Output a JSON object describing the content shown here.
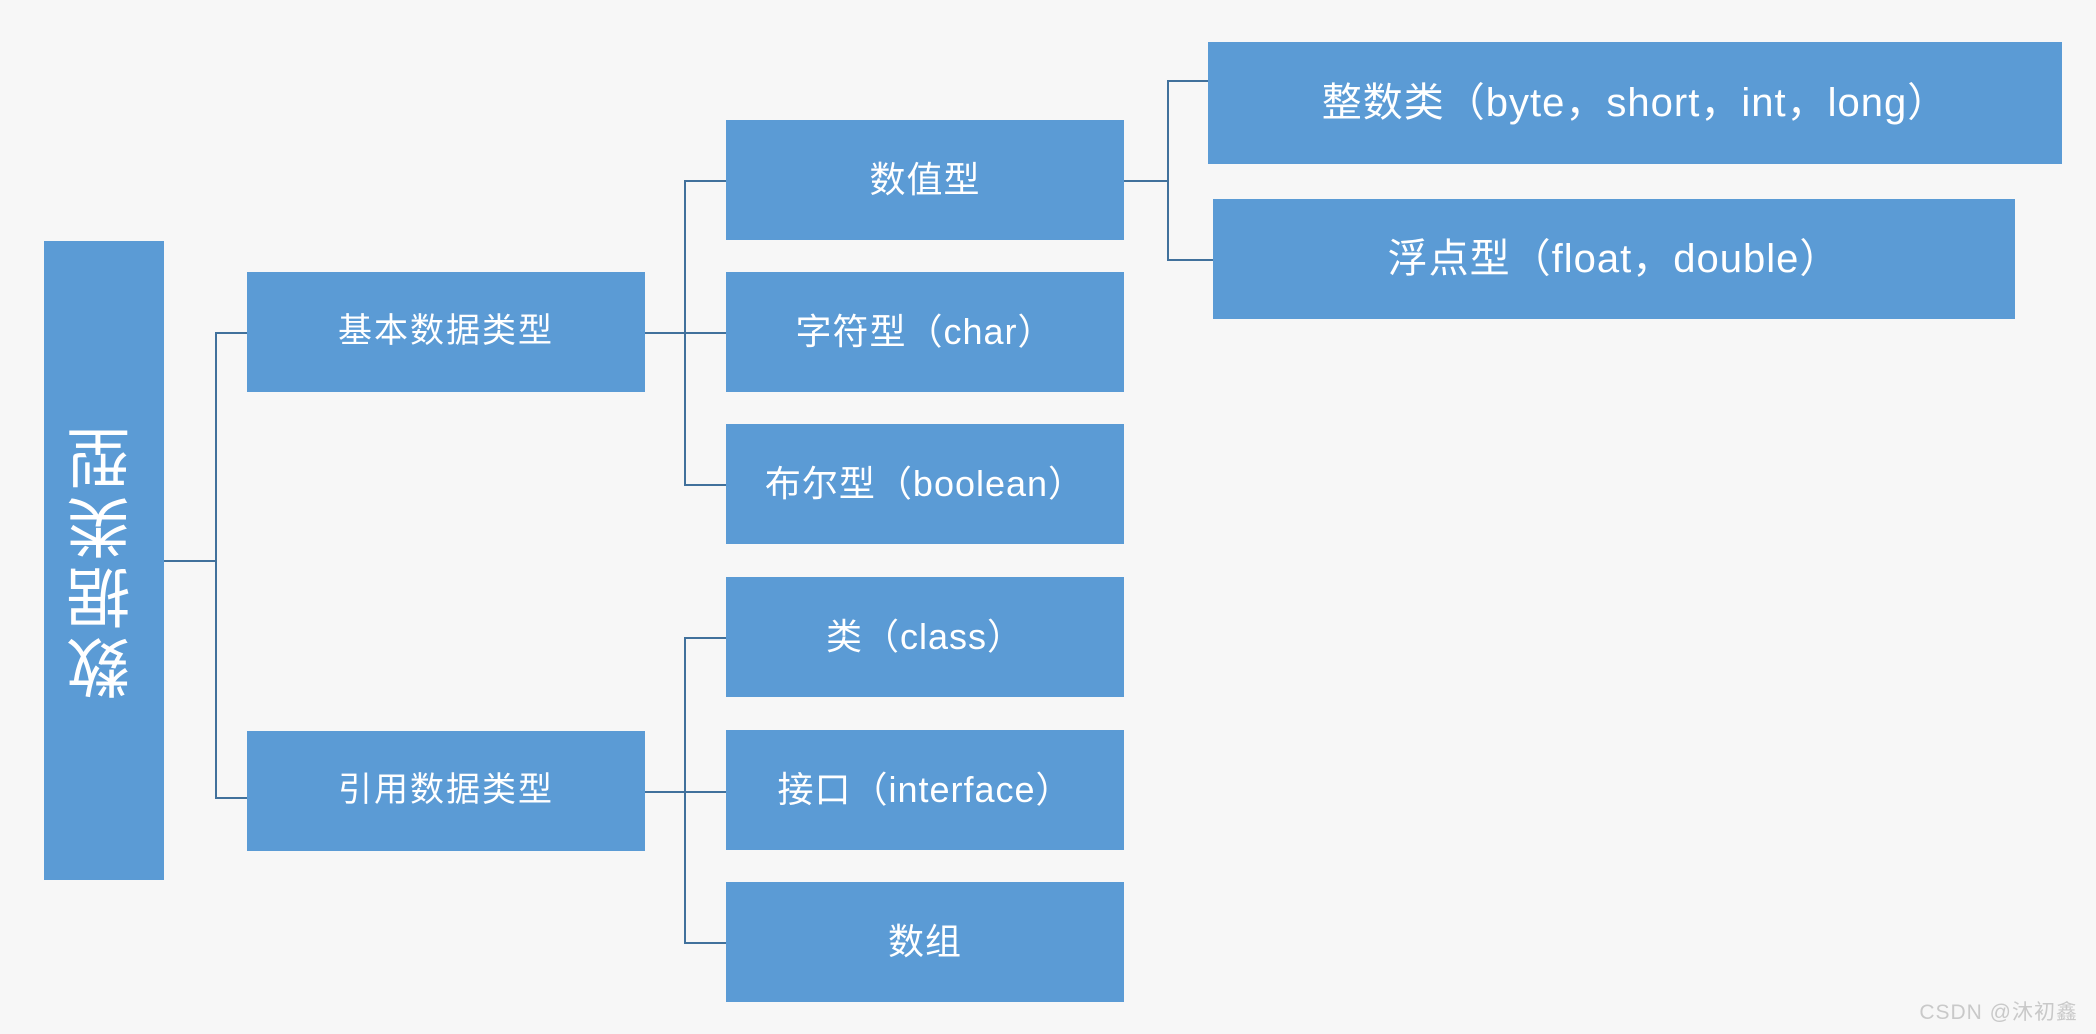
{
  "diagram": {
    "type": "tree",
    "orientation": "left-to-right",
    "background_color": "#f7f7f7",
    "node_color": "#5b9bd5",
    "node_text_color": "#ffffff",
    "connector_color": "#41719c",
    "root": {
      "label": "数据类型",
      "orientation": "vertical-rotated"
    },
    "level1": [
      {
        "label": "基本数据类型"
      },
      {
        "label": "引用数据类型"
      }
    ],
    "level2": [
      {
        "label": "数值型",
        "parent": "基本数据类型"
      },
      {
        "label": "字符型（char）",
        "parent": "基本数据类型"
      },
      {
        "label": "布尔型（boolean）",
        "parent": "基本数据类型"
      },
      {
        "label": "类（class）",
        "parent": "引用数据类型"
      },
      {
        "label": "接口（interface）",
        "parent": "引用数据类型"
      },
      {
        "label": "数组",
        "parent": "引用数据类型"
      }
    ],
    "level3": [
      {
        "label": "整数类（byte，short，int，long）",
        "parent": "数值型"
      },
      {
        "label": "浮点型（float，double）",
        "parent": "数值型"
      }
    ]
  },
  "watermark": {
    "text": "CSDN @沐初鑫"
  }
}
